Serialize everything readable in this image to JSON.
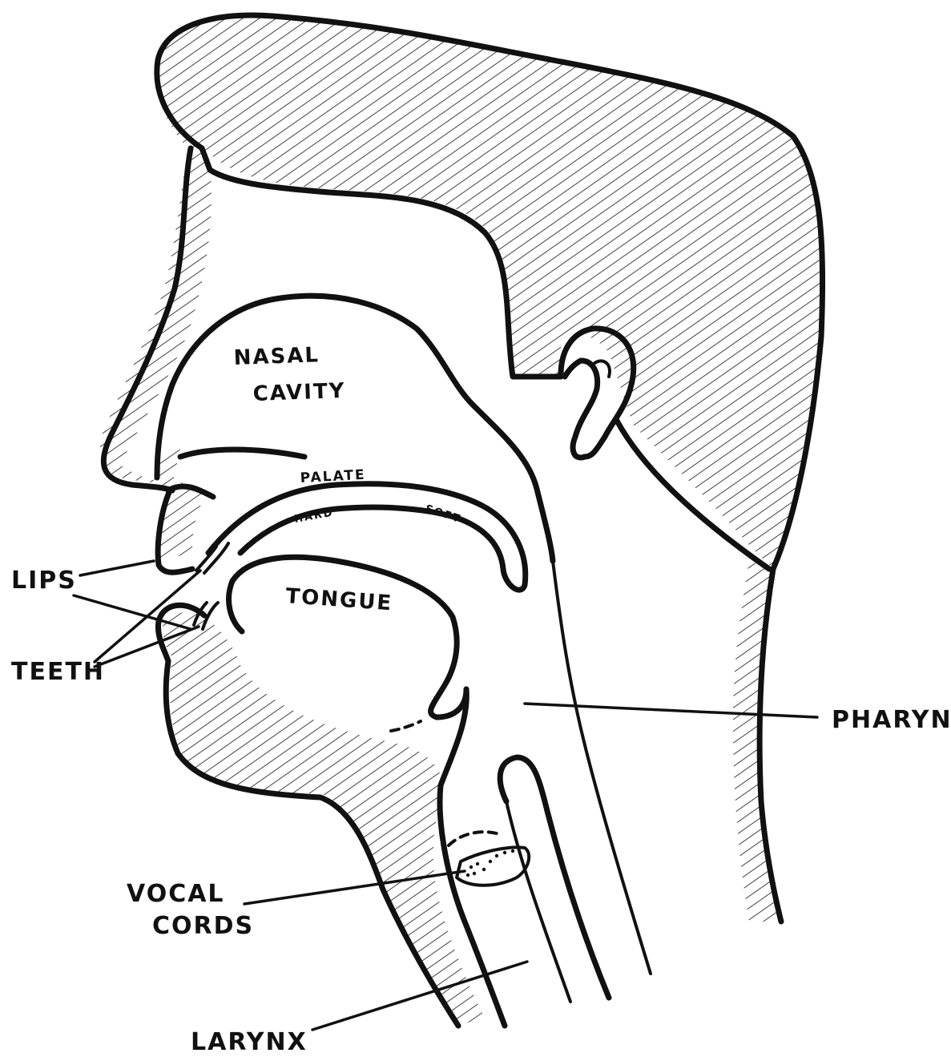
{
  "labels": {
    "nasal_cavity_line1": "NASAL",
    "nasal_cavity_line2": "CAVITY",
    "palate": "PALATE",
    "hard": "HARD",
    "soft": "SOFT",
    "tongue": "TONGUE",
    "lips": "LIPS",
    "teeth": "TEETH",
    "pharynx": "PHARYNX",
    "vocal_cords_line1": "VOCAL",
    "vocal_cords_line2": "CORDS",
    "larynx": "LARYNX"
  },
  "colors": {
    "ink": "#111111",
    "paper": "#ffffff"
  }
}
